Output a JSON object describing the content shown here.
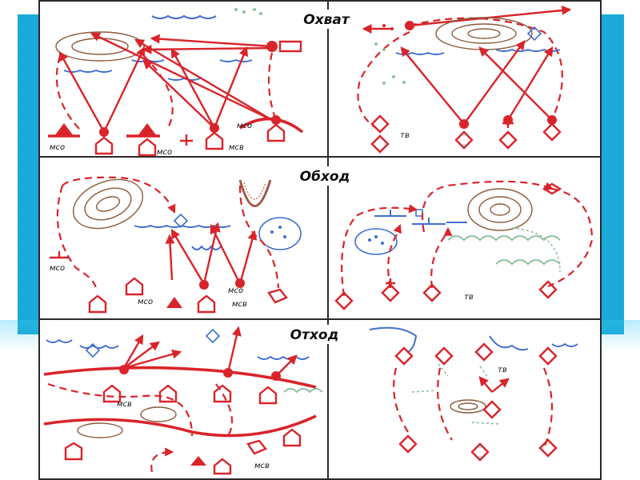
{
  "panels": {
    "envelopment": {
      "title": "Охват",
      "labels": [
        "мсо",
        "мсо",
        "мсо",
        "мсв",
        "тв"
      ]
    },
    "bypass": {
      "title": "Обход",
      "labels": [
        "мсо",
        "мсо",
        "мсо",
        "мсв",
        "тв"
      ]
    },
    "withdrawal": {
      "title": "Отход",
      "labels": [
        "мсв",
        "мсв",
        "тв"
      ]
    }
  },
  "colors": {
    "friendly": "#d9242a",
    "enemy": "#3f6fd0",
    "terrain": "#8a5a3a",
    "vegetation": "#8fbf9f",
    "background_band": "#2bb8e6"
  }
}
